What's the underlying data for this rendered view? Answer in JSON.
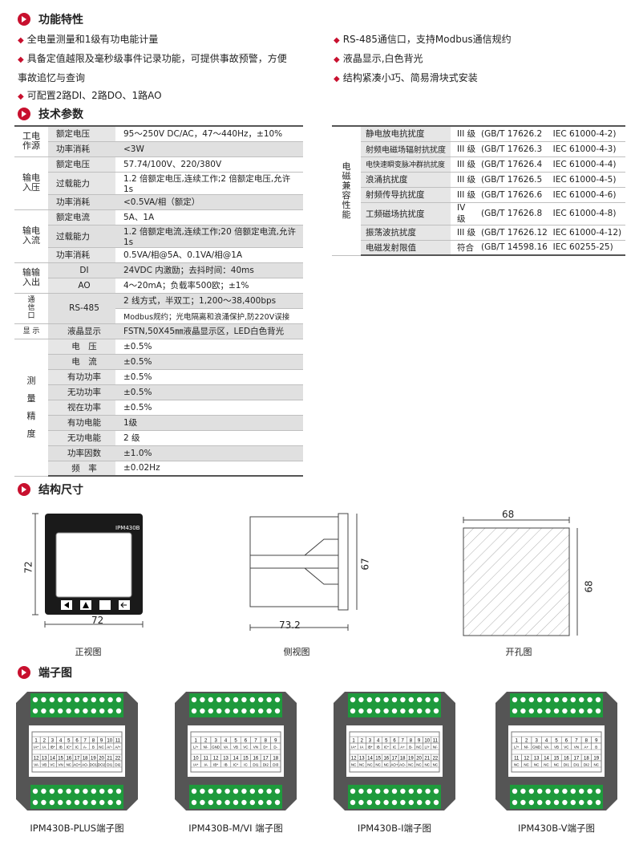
{
  "sections": {
    "features": "功能特性",
    "specs": "技术参数",
    "dimensions": "结构尺寸",
    "terminals": "端子图"
  },
  "features": {
    "left": [
      "全电量测量和1级有功电能计量",
      "具备定值越限及毫秒级事件记录功能，可提供事故预警，方便",
      "事故追忆与查询",
      "可配置2路DI、2路DO、1路AO"
    ],
    "right": [
      "RS-485通信口，支持Modbus通信规约",
      "液晶显示,白色背光",
      "结构紧凑小巧、简易滑块式安装"
    ]
  },
  "specs": {
    "power": {
      "group": "工电\n作源",
      "rows": [
        [
          "额定电压",
          "95～250V DC/AC，47～440Hz，±10%"
        ],
        [
          "功率消耗",
          "<3W"
        ]
      ]
    },
    "vin": {
      "group": "输电\n入压",
      "rows": [
        [
          "额定电压",
          "57.74/100V、220/380V"
        ],
        [
          "过载能力",
          "1.2 倍额定电压,连续工作;2 倍额定电压,允许1s"
        ],
        [
          "功率消耗",
          "<0.5VA/相（额定）"
        ]
      ]
    },
    "iin": {
      "group": "输电\n入流",
      "rows": [
        [
          "额定电流",
          "5A、1A"
        ],
        [
          "过载能力",
          "1.2 倍额定电流,连续工作;20 倍额定电流,允许1s"
        ],
        [
          "功率消耗",
          "0.5VA/相@5A、0.1VA/相@1A"
        ]
      ]
    },
    "io": {
      "group": "输输\n入出",
      "rows": [
        [
          "DI",
          "24VDC 内激励；去抖时间：40ms"
        ],
        [
          "AO",
          "4～20mA；负载率500欧；±1%"
        ]
      ]
    },
    "comm": {
      "group": "通\n信\n口",
      "label": "RS-485",
      "rows": [
        "2 线方式，半双工；1,200～38,400bps",
        "Modbus规约；光电隔离和浪涌保护,防220V误接"
      ]
    },
    "disp": {
      "group": "显 示",
      "label": "液晶显示",
      "value": "FSTN,50X45㎜液晶显示区，LED白色背光"
    },
    "meas": {
      "group": "测\n量\n精\n度",
      "rows": [
        [
          "电　压",
          "±0.5%"
        ],
        [
          "电　流",
          "±0.5%"
        ],
        [
          "有功功率",
          "±0.5%"
        ],
        [
          "无功功率",
          "±0.5%"
        ],
        [
          "视在功率",
          "±0.5%"
        ],
        [
          "有功电能",
          "1级"
        ],
        [
          "无功电能",
          "2 级"
        ],
        [
          "功率因数",
          "±1.0%"
        ],
        [
          "频　率",
          "±0.02Hz"
        ]
      ]
    }
  },
  "emc": {
    "group": "电\n磁\n兼\n容\n性\n能",
    "rows": [
      [
        "静电放电抗扰度",
        "III 级",
        "(GB/T 17626.2",
        "IEC 61000-4-2)"
      ],
      [
        "射频电磁场辐射抗扰度",
        "III 级",
        "(GB/T 17626.3",
        "IEC 61000-4-3)"
      ],
      [
        "电快速瞬变脉冲群抗扰度",
        "III 级",
        "(GB/T 17626.4",
        "IEC 61000-4-4)"
      ],
      [
        "浪涌抗扰度",
        "III 级",
        "(GB/T 17626.5",
        "IEC 61000-4-5)"
      ],
      [
        "射频传导抗扰度",
        "III 级",
        "(GB/T 17626.6",
        "IEC 61000-4-6)"
      ],
      [
        "工频磁场抗扰度",
        "IV 级",
        "(GB/T 17626.8",
        "IEC 61000-4-8)"
      ],
      [
        "振荡波抗扰度",
        "III 级",
        "(GB/T 17626.12",
        "IEC 61000-4-12)"
      ],
      [
        "电磁发射限值",
        "符合",
        "(GB/T 14598.16",
        "IEC 60255-25)"
      ]
    ]
  },
  "drawings": {
    "front": {
      "caption": "正视图",
      "w": "72",
      "h": "72",
      "model": "IPM430B"
    },
    "side": {
      "caption": "侧视图",
      "w": "73.2",
      "h": "67"
    },
    "cutout": {
      "caption": "开孔图",
      "w": "68",
      "h": "68"
    }
  },
  "terminals": [
    {
      "caption": "IPM430B-PLUS端子图",
      "top": [
        "1",
        "2",
        "3",
        "4",
        "5",
        "6",
        "7",
        "8",
        "9",
        "10",
        "11"
      ],
      "topl": [
        "IA*",
        "IA",
        "IB*",
        "IB",
        "IC*",
        "IC",
        "A-",
        "B",
        "NC",
        "A/~",
        "A/+"
      ],
      "bot": [
        "12",
        "13",
        "14",
        "15",
        "16",
        "17",
        "18",
        "19",
        "20",
        "21",
        "22"
      ],
      "botl": [
        "VA",
        "VB",
        "VC",
        "VN",
        "NC",
        "AO+",
        "AO-",
        "DO1",
        "DO2",
        "DI1",
        "DI2"
      ]
    },
    {
      "caption": "IPM430B-M/VI 端子图",
      "top": [
        "1",
        "2",
        "3",
        "4",
        "5",
        "6",
        "7",
        "8",
        "9"
      ],
      "topl": [
        "L/+",
        "N/-",
        "GND",
        "VA",
        "VB",
        "VC",
        "VN",
        "D+",
        "D-"
      ],
      "bot": [
        "10",
        "11",
        "12",
        "13",
        "14",
        "15",
        "16",
        "17",
        "18"
      ],
      "botl": [
        "IA*",
        "IA",
        "IB*",
        "IB",
        "IC*",
        "IC",
        "DI1",
        "DI2",
        "DI3"
      ]
    },
    {
      "caption": "IPM430B-I端子图",
      "top": [
        "1",
        "2",
        "3",
        "4",
        "5",
        "6",
        "7",
        "8",
        "9",
        "10",
        "11"
      ],
      "topl": [
        "IA*",
        "IA",
        "IB*",
        "IB",
        "IC*",
        "IC",
        "A+",
        "B-",
        "NC",
        "L/+",
        "N/-"
      ],
      "bot": [
        "12",
        "13",
        "14",
        "15",
        "16",
        "17",
        "18",
        "19",
        "20",
        "21",
        "22"
      ],
      "botl": [
        "NC",
        "NC",
        "NC",
        "NC",
        "NC",
        "AO+",
        "AO-",
        "NC",
        "NC",
        "NC",
        "NC"
      ]
    },
    {
      "caption": "IPM430B-V端子图",
      "top": [
        "1",
        "2",
        "3",
        "4",
        "5",
        "6",
        "7",
        "8",
        "9"
      ],
      "topl": [
        "L/+",
        "N/-",
        "GND",
        "VA",
        "VB",
        "VC",
        "VN",
        "A+",
        "B"
      ],
      "bot": [
        "11",
        "12",
        "13",
        "14",
        "15",
        "16",
        "17",
        "18",
        "19"
      ],
      "botl": [
        "NC",
        "NC",
        "NC",
        "NC",
        "NC",
        "DI1",
        "DI1",
        "DI2",
        "NC"
      ]
    }
  ]
}
